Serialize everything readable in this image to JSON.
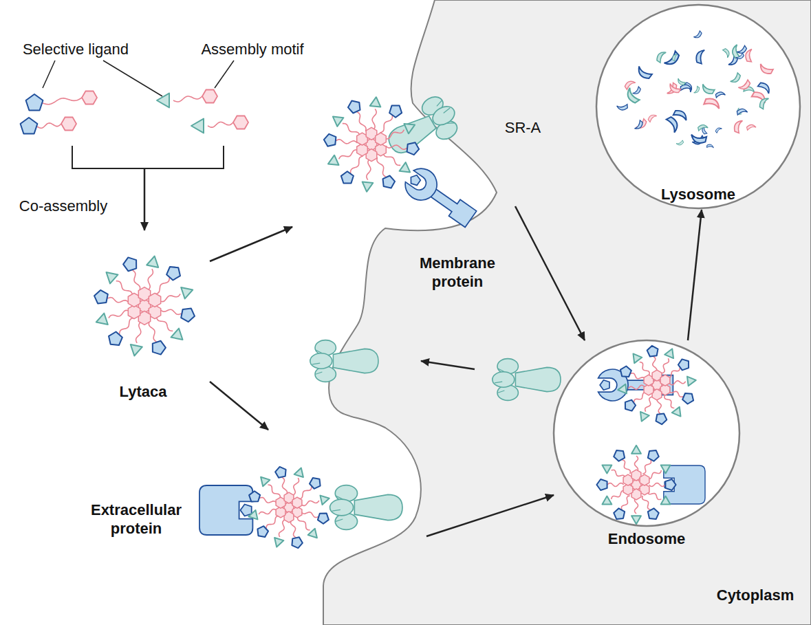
{
  "diagram": {
    "nodes": [
      {
        "text": [
          "Selective ligand",
          "Assembly motif"
        ]
      },
      {
        "text": [
          "Lytaca"
        ]
      },
      {
        "text": [
          "Membrane protein"
        ]
      },
      {
        "text": [
          "Extracellular protein"
        ]
      },
      {
        "text": [
          "Endosome"
        ]
      },
      {
        "text": [
          "Lysosome"
        ]
      }
    ],
    "edges": [
      {
        "from": 0,
        "to": 1,
        "arrow": "to",
        "label": "Co-assembly"
      },
      {
        "from": 1,
        "to": 2,
        "arrow": "to"
      },
      {
        "from": 1,
        "to": 3,
        "arrow": "to"
      },
      {
        "from": 2,
        "to": 4,
        "arrow": "to"
      },
      {
        "from": 3,
        "to": 4,
        "arrow": "to"
      },
      {
        "from": 4,
        "to": 5,
        "arrow": "to"
      }
    ],
    "labels": [
      "SR-A",
      "Cytoplasm"
    ]
  }
}
